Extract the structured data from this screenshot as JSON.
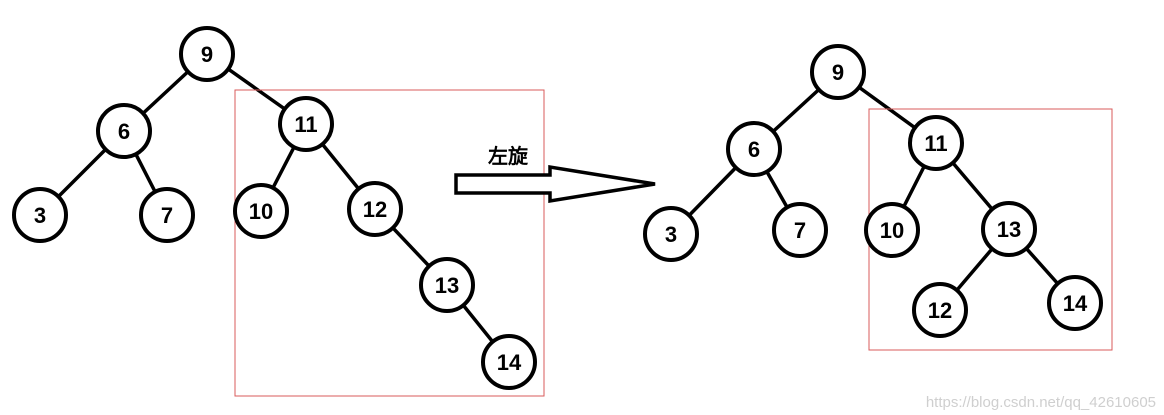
{
  "operation_label": "左旋",
  "watermark": "https://blog.csdn.net/qq_42610605",
  "colors": {
    "box": "#d85b5b",
    "stroke": "#000000",
    "watermark": "#cfcfcf"
  },
  "before_tree": {
    "nodes": [
      "9",
      "6",
      "11",
      "3",
      "7",
      "10",
      "12",
      "13",
      "14"
    ],
    "edges": [
      [
        "9",
        "6"
      ],
      [
        "9",
        "11"
      ],
      [
        "6",
        "3"
      ],
      [
        "6",
        "7"
      ],
      [
        "11",
        "10"
      ],
      [
        "11",
        "12"
      ],
      [
        "12",
        "13"
      ],
      [
        "13",
        "14"
      ]
    ]
  },
  "after_tree": {
    "nodes": [
      "9",
      "6",
      "11",
      "3",
      "7",
      "10",
      "13",
      "12",
      "14"
    ],
    "edges": [
      [
        "9",
        "6"
      ],
      [
        "9",
        "11"
      ],
      [
        "6",
        "3"
      ],
      [
        "6",
        "7"
      ],
      [
        "11",
        "10"
      ],
      [
        "11",
        "13"
      ],
      [
        "13",
        "12"
      ],
      [
        "13",
        "14"
      ]
    ]
  }
}
